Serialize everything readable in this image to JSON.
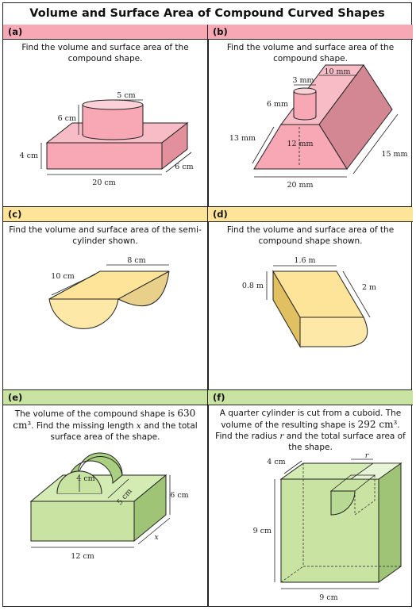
{
  "title": "Volume and Surface Area of Compound Curved Shapes",
  "panels": {
    "a": {
      "label": "(a)",
      "question": "Find the volume and surface area of the compound shape.",
      "dims": {
        "diameter": "5 cm",
        "cyl_height": "6 cm",
        "height": "4 cm",
        "length": "20 cm",
        "depth": "6 cm"
      }
    },
    "b": {
      "label": "(b)",
      "question": "Find the volume and surface area of the compound shape.",
      "dims": {
        "top": "10 mm",
        "cyl_diameter": "3 mm",
        "cyl_height": "6 mm",
        "slant": "13 mm",
        "height": "12 mm",
        "base": "20 mm",
        "depth": "15 mm"
      }
    },
    "c": {
      "label": "(c)",
      "question": "Find the volume and surface area of the semi-cylinder shown.",
      "dims": {
        "length": "8 cm",
        "diameter": "10 cm"
      }
    },
    "d": {
      "label": "(d)",
      "question": "Find the volume and surface area of the compound shape shown.",
      "dims": {
        "width": "1.6 m",
        "height": "0.8 m",
        "depth": "2 m"
      }
    },
    "e": {
      "label": "(e)",
      "question_1": "The volume of the compound shape is",
      "volume_value": "630 cm³",
      "question_2": ". Find the missing length",
      "var": "x",
      "question_3": "and the total surface area of the shape.",
      "dims": {
        "radius": "4 cm",
        "semi_length": "5 cm",
        "height": "6 cm",
        "depth": "x",
        "length": "12 cm"
      }
    },
    "f": {
      "label": "(f)",
      "question_1": "A quarter cylinder is cut from a cuboid. The volume of the resulting shape is",
      "volume_value": "292 cm³",
      "question_2": ". Find the radius",
      "var": "r",
      "question_3": "and the total surface area of the shape.",
      "dims": {
        "depth": "4 cm",
        "radius": "r",
        "height": "9 cm",
        "width": "9 cm"
      }
    }
  },
  "colors": {
    "pink": "#f7a8b4",
    "yellow": "#fde499",
    "green": "#c8e3a2"
  }
}
